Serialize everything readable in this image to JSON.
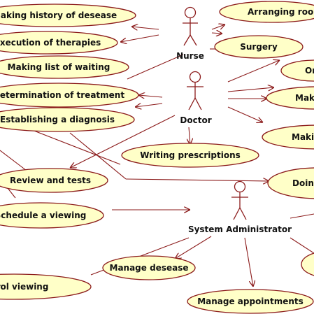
{
  "actors": {
    "nurse": "Nurse",
    "doctor": "Doctor",
    "admin": "System Administrator"
  },
  "use_cases": {
    "history": "Making history of desease",
    "therapies": "Execution of therapies",
    "waiting": "Making list of waiting",
    "treatment": "Determination of treatment",
    "diagnosis": "Establishing a diagnosis",
    "review": "Review and tests",
    "viewing": "Schedule a viewing",
    "control": "rol viewing",
    "rooms": "Arranging rooms",
    "surgery": "Surgery",
    "right1": "Or",
    "right2": "Mak",
    "right3": "Maki",
    "prescriptions": "Writing prescriptions",
    "doing": "Doing",
    "desease": "Manage desease",
    "appointments": "Manage appointments",
    "right4": ""
  }
}
